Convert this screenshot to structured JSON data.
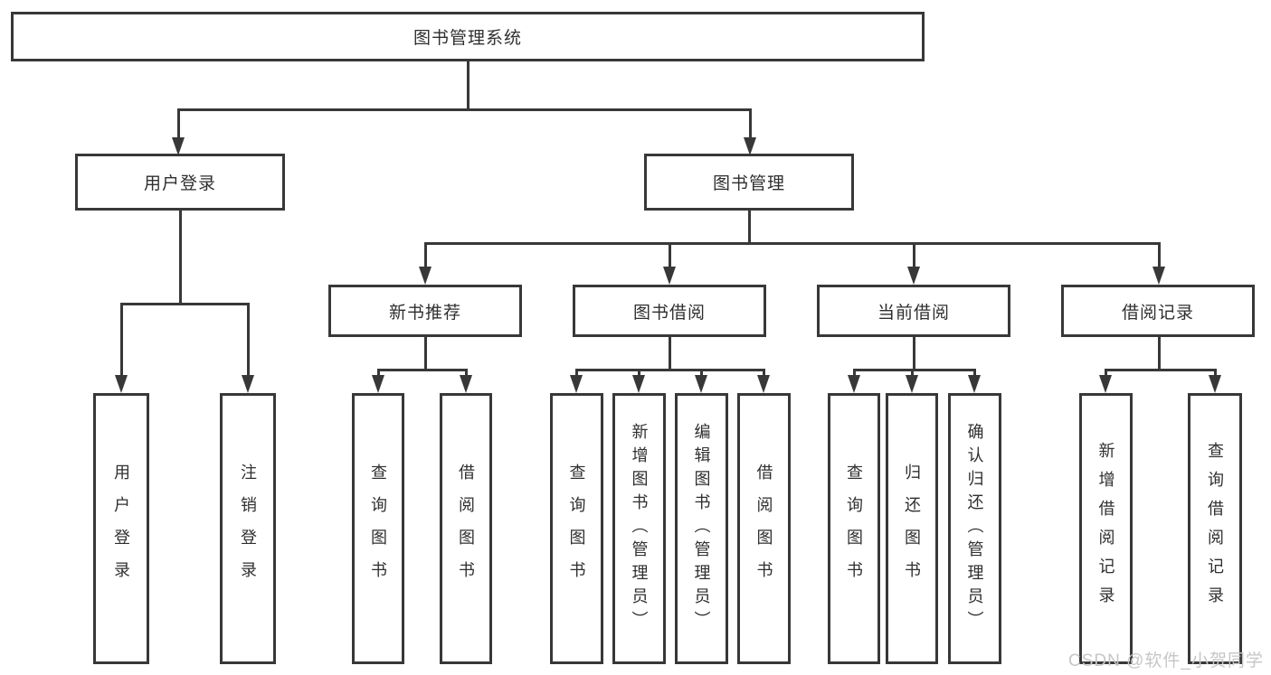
{
  "colors": {
    "line": "#383838",
    "text": "#2f2f2f",
    "watermark": "#c6c6c6"
  },
  "watermark": {
    "text": "CSDN @软件_小贺同学"
  },
  "tree": {
    "root": {
      "label": "图书管理系统"
    },
    "branches": [
      {
        "label": "用户登录",
        "leaves": [
          {
            "label": "用户登录"
          },
          {
            "label": "注销登录"
          }
        ]
      },
      {
        "label": "图书管理",
        "children": [
          {
            "label": "新书推荐",
            "leaves": [
              {
                "label": "查询图书"
              },
              {
                "label": "借阅图书"
              }
            ]
          },
          {
            "label": "图书借阅",
            "leaves": [
              {
                "label": "查询图书"
              },
              {
                "label": "新增图书（管理员）"
              },
              {
                "label": "编辑图书（管理员）"
              },
              {
                "label": "借阅图书"
              }
            ]
          },
          {
            "label": "当前借阅",
            "leaves": [
              {
                "label": "查询图书"
              },
              {
                "label": "归还图书"
              },
              {
                "label": "确认归还（管理员）"
              }
            ]
          },
          {
            "label": "借阅记录",
            "leaves": [
              {
                "label": "新增借阅记录"
              },
              {
                "label": "查询借阅记录"
              }
            ]
          }
        ]
      }
    ]
  }
}
